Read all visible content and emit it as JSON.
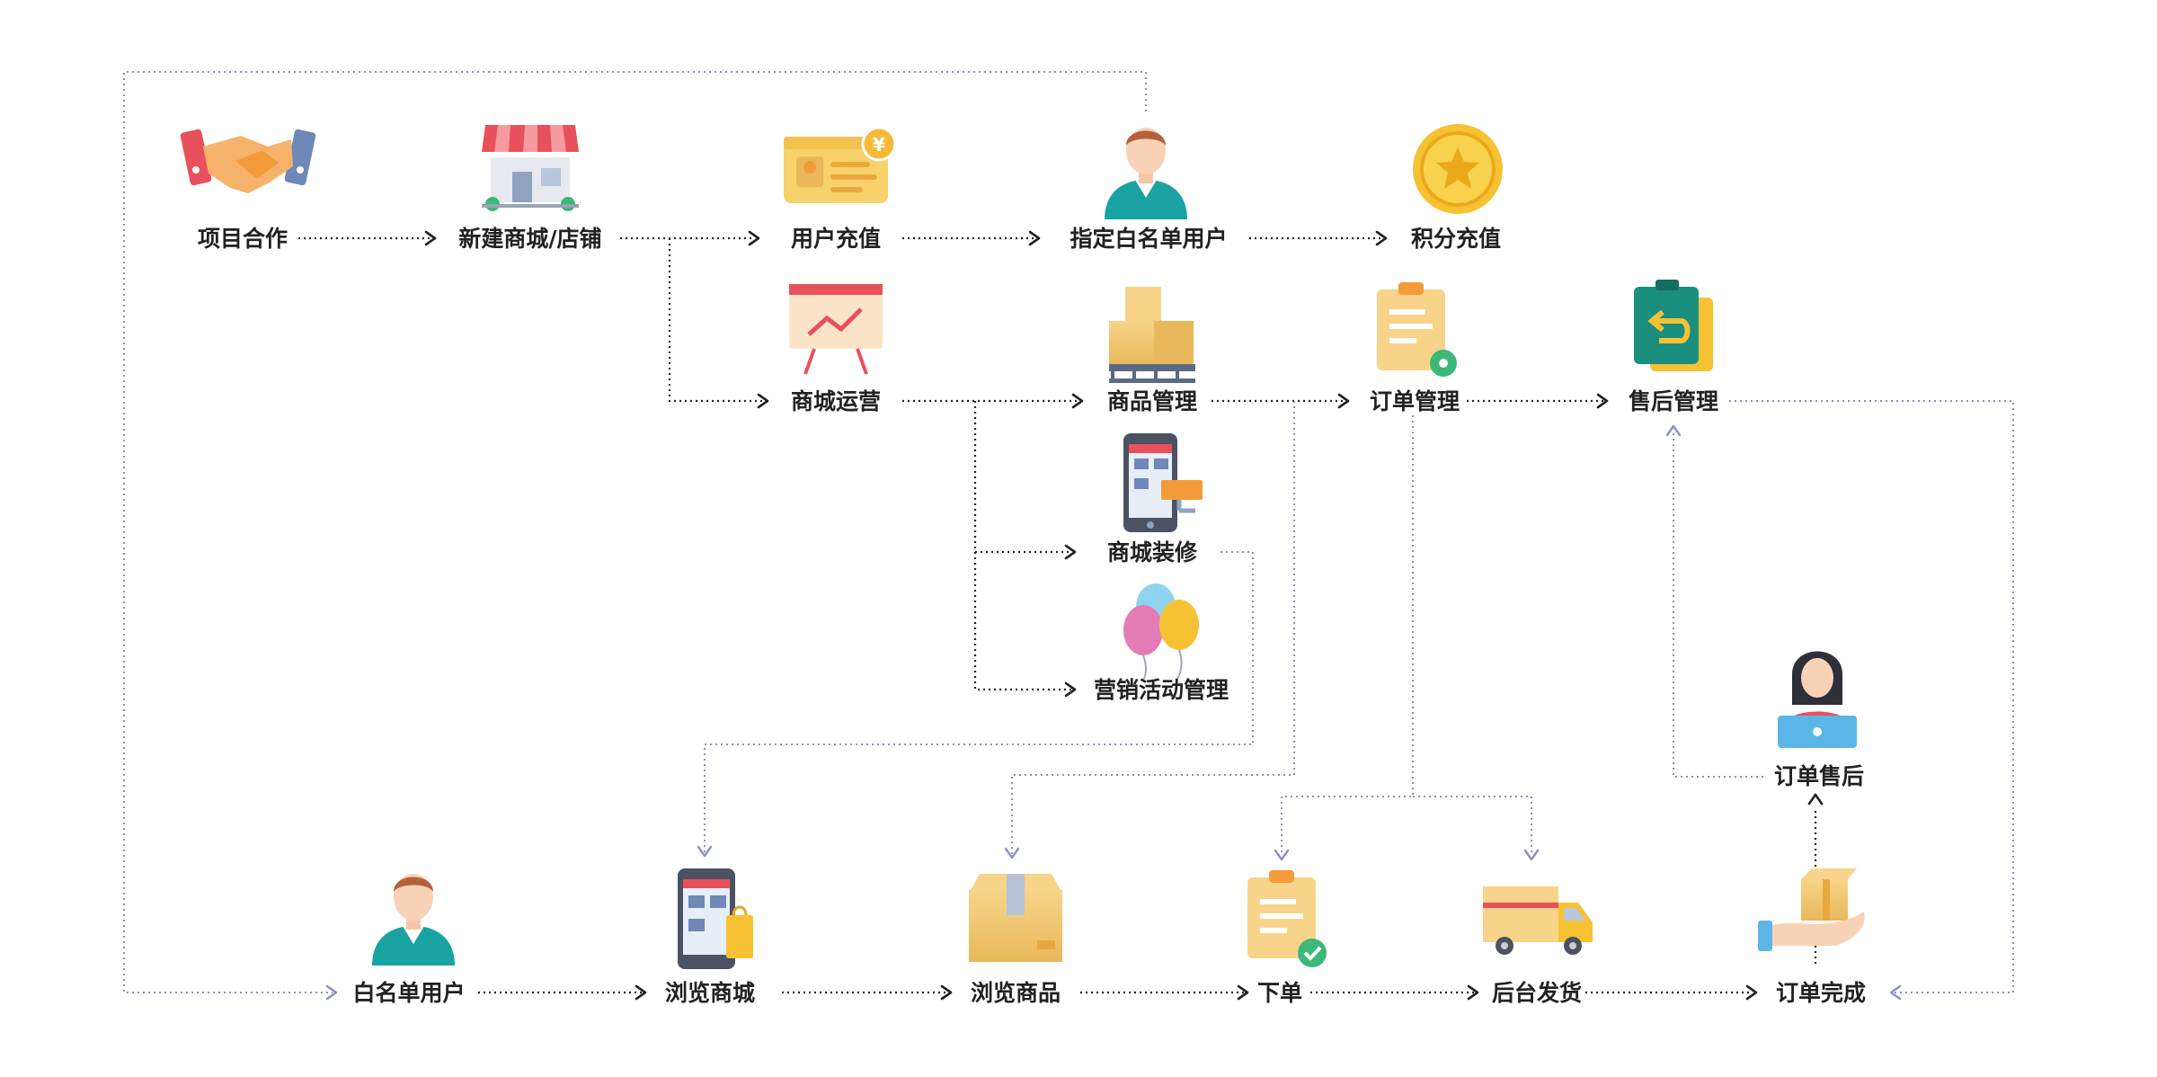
{
  "nodes": {
    "cooperation": {
      "label": "项目合作",
      "icon": "handshake-icon"
    },
    "new_store": {
      "label": "新建商城/店铺",
      "icon": "storefront-icon"
    },
    "user_recharge": {
      "label": "用户充值",
      "icon": "yuan-card-icon"
    },
    "whitelist_designate": {
      "label": "指定白名单用户",
      "icon": "user-icon"
    },
    "points_recharge": {
      "label": "积分充值",
      "icon": "star-coin-icon"
    },
    "mall_operation": {
      "label": "商城运营",
      "icon": "trend-board-icon"
    },
    "product_mgmt": {
      "label": "商品管理",
      "icon": "boxes-icon"
    },
    "order_mgmt": {
      "label": "订单管理",
      "icon": "clipboard-gear-icon"
    },
    "after_sales_mgmt": {
      "label": "售后管理",
      "icon": "return-clipboard-icon"
    },
    "mall_decoration": {
      "label": "商城装修",
      "icon": "phone-paint-icon"
    },
    "marketing": {
      "label": "营销活动管理",
      "icon": "balloons-icon"
    },
    "order_after_sales": {
      "label": "订单售后",
      "icon": "support-agent-icon"
    },
    "whitelist_user": {
      "label": "白名单用户",
      "icon": "user-icon"
    },
    "browse_mall": {
      "label": "浏览商城",
      "icon": "phone-shop-icon"
    },
    "browse_product": {
      "label": "浏览商品",
      "icon": "package-icon"
    },
    "place_order": {
      "label": "下单",
      "icon": "clipboard-check-icon"
    },
    "shipping": {
      "label": "后台发货",
      "icon": "truck-icon"
    },
    "order_complete": {
      "label": "订单完成",
      "icon": "hand-box-icon"
    }
  },
  "colors": {
    "primary_flow": "#222222",
    "secondary_flow": "#8a8fc4",
    "teal": "#1aa3a3",
    "yellow": "#f6c453",
    "orange": "#f39b3a",
    "red": "#e8505b"
  }
}
